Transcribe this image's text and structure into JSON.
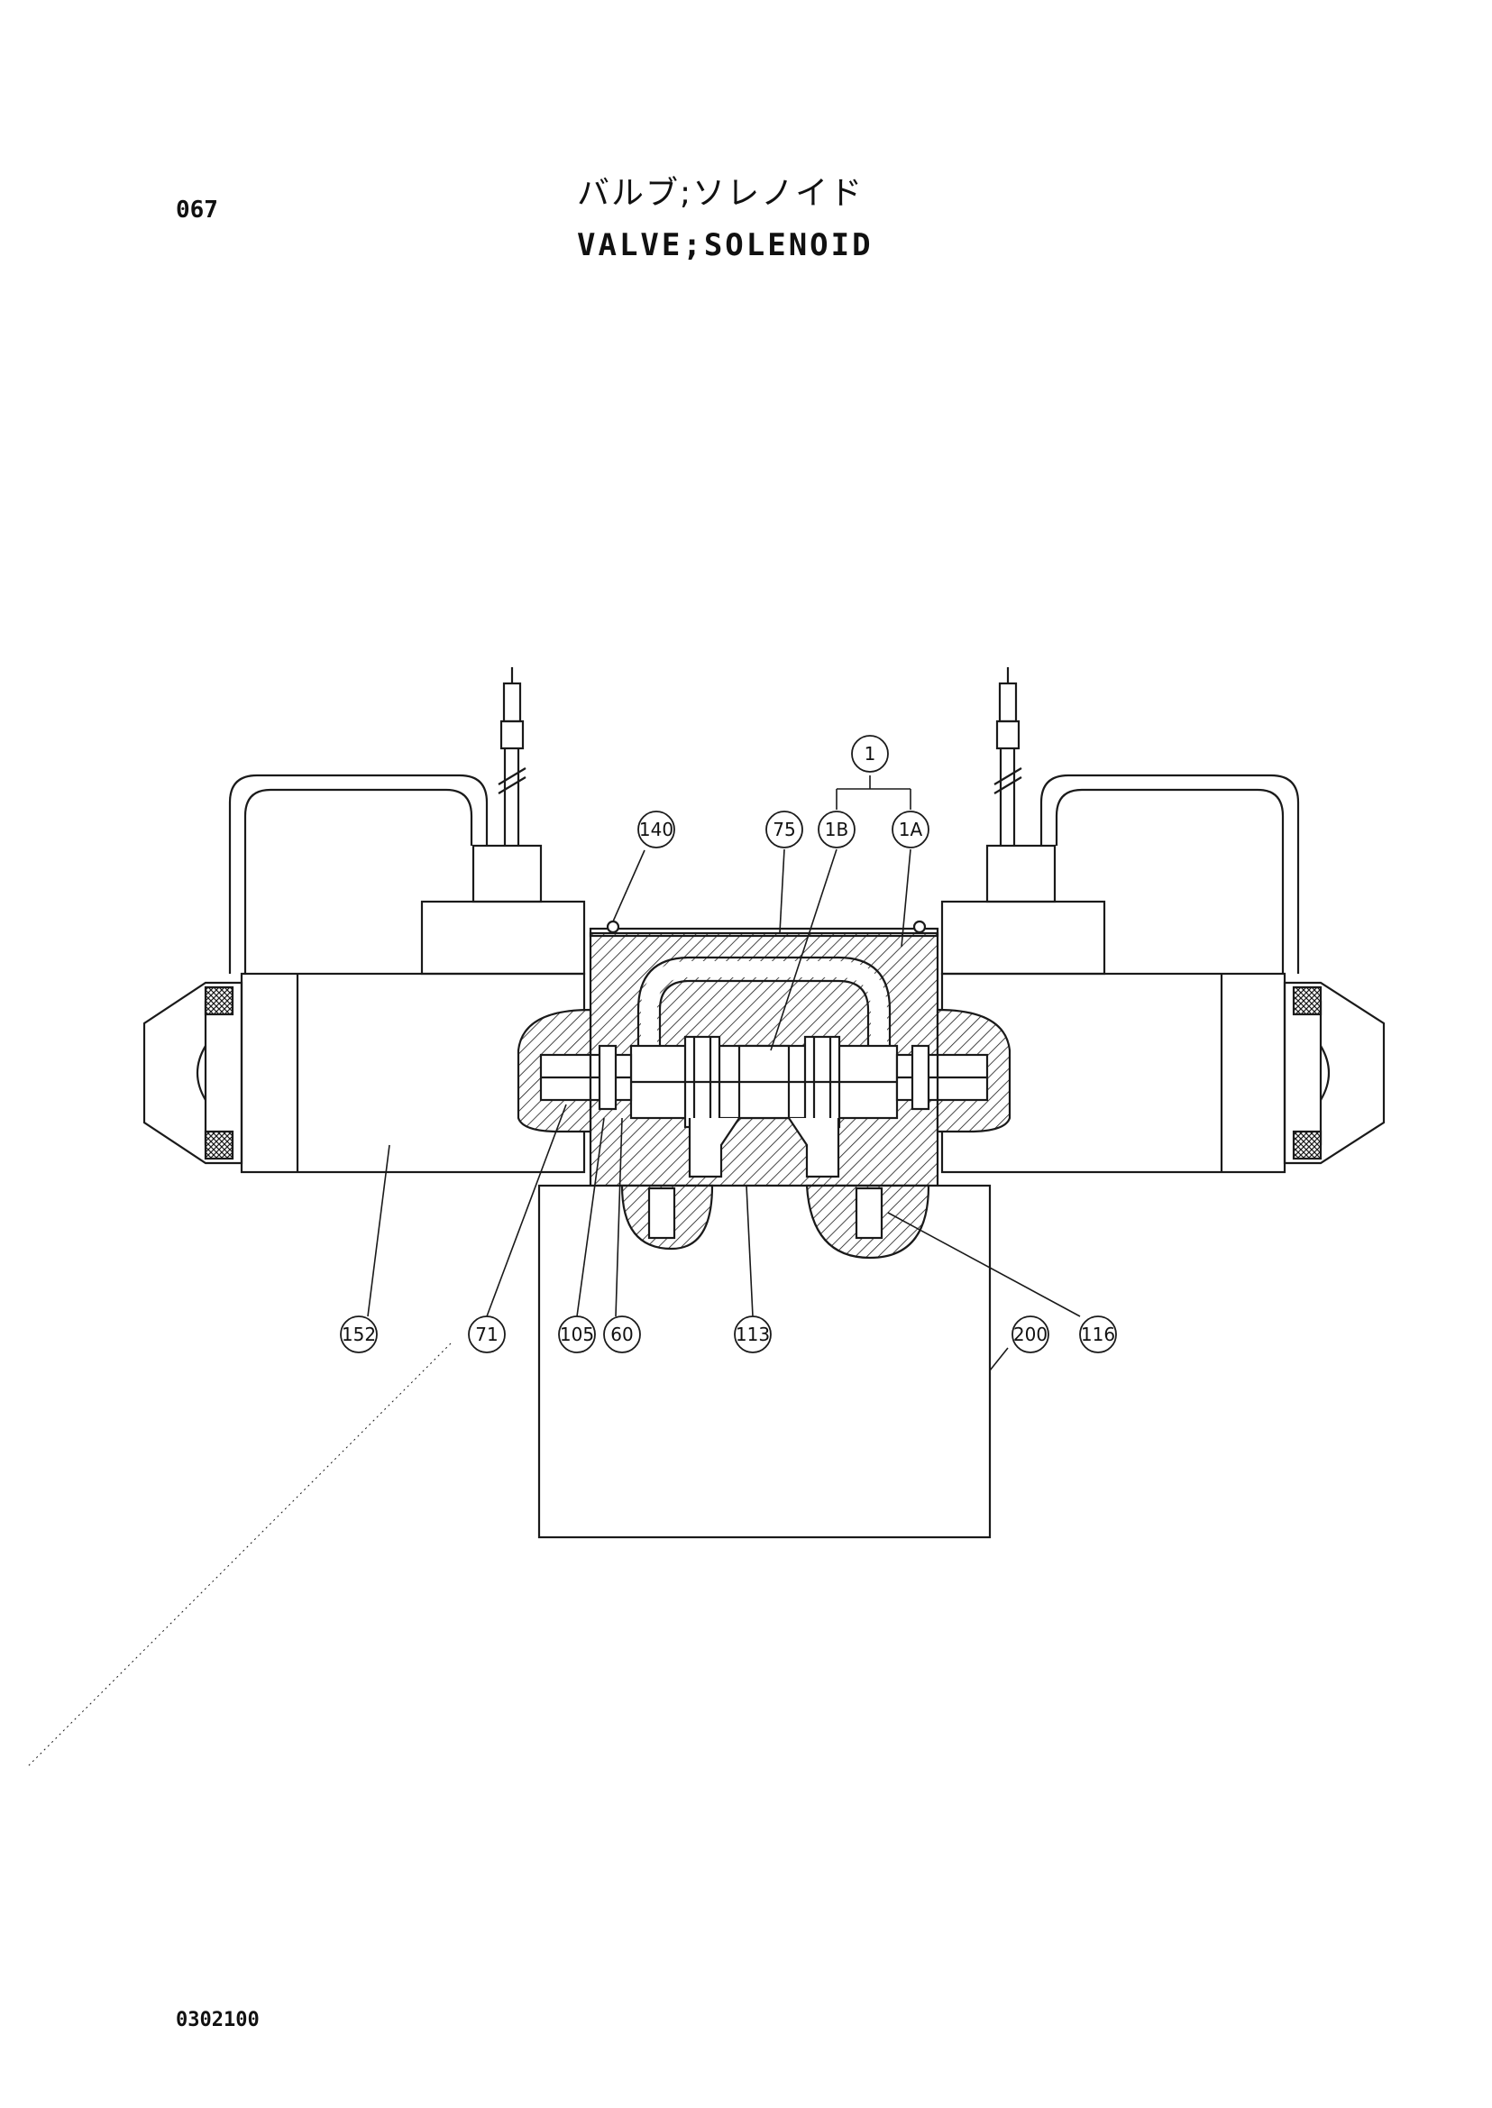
{
  "header": {
    "page_code": "067",
    "title_jp": "バルブ;ソレノイド",
    "title_en": "VALVE;SOLENOID"
  },
  "footer": {
    "drawing_code": "0302100"
  },
  "callouts": {
    "c1": "1",
    "c1b": "1B",
    "c1a": "1A",
    "c75": "75",
    "c140": "140",
    "c152": "152",
    "c71": "71",
    "c105": "105",
    "c60": "60",
    "c113": "113",
    "c116": "116",
    "c200": "200"
  },
  "colors": {
    "line": "#1a1a1a",
    "paper": "#ffffff"
  }
}
